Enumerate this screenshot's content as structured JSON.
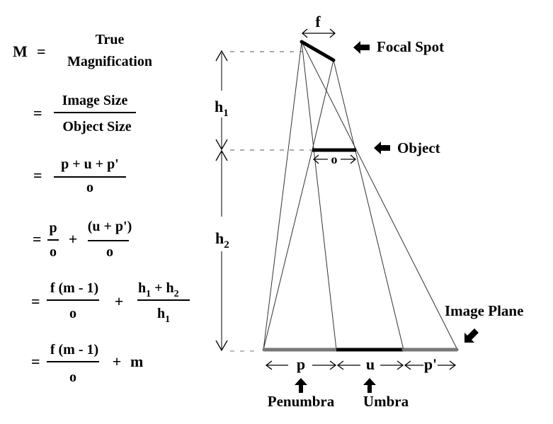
{
  "equations": {
    "lhs": "M",
    "eq": "=",
    "line1": {
      "top": "True",
      "bottom": "Magnification"
    },
    "line2": {
      "num": "Image Size",
      "den": "Object Size"
    },
    "line3": {
      "num": "p + u + p'",
      "den": "o"
    },
    "line4": {
      "num1": "p",
      "den1": "o",
      "plus": "+",
      "num2": "(u + p')",
      "den2": "o"
    },
    "line5": {
      "num1": "f (m - 1)",
      "den1": "o",
      "plus": "+",
      "num2a": "h",
      "num2a_sub": "1",
      "num2mid": " + h",
      "num2b_sub": "2",
      "den2": "h",
      "den2_sub": "1"
    },
    "line6": {
      "num1": "f (m - 1)",
      "den1": "o",
      "plus": "+",
      "term": "m"
    }
  },
  "diagram": {
    "focal_spot_label": "Focal Spot",
    "object_label": "Object",
    "image_plane_label": "Image Plane",
    "f_label": "f",
    "o_label": "o",
    "h1_label": "h",
    "h1_sub": "1",
    "h2_label": "h",
    "h2_sub": "2",
    "p_label": "p",
    "u_label": "u",
    "pprime_label": "p'",
    "penumbra_label": "Penumbra",
    "umbra_label": "Umbra",
    "colors": {
      "penumbra": "#777777",
      "umbra": "#000000",
      "rays": "#333333"
    }
  }
}
